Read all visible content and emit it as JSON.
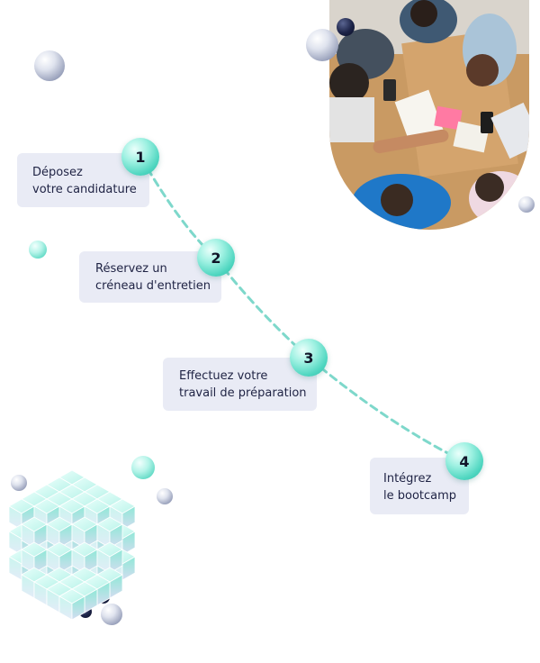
{
  "steps": [
    {
      "number": "1",
      "line1": "Déposez",
      "line2": "votre candidature"
    },
    {
      "number": "2",
      "line1": "Réservez un",
      "line2": "créneau d'entretien"
    },
    {
      "number": "3",
      "line1": "Effectuez votre",
      "line2": "travail de préparation"
    },
    {
      "number": "4",
      "line1": "Intégrez",
      "line2": "le bootcamp"
    }
  ],
  "colors": {
    "accent": "#4fd6c0",
    "card_background": "#e9ebf5",
    "text": "#1f2344",
    "dashed_path": "#7ed8cb"
  }
}
